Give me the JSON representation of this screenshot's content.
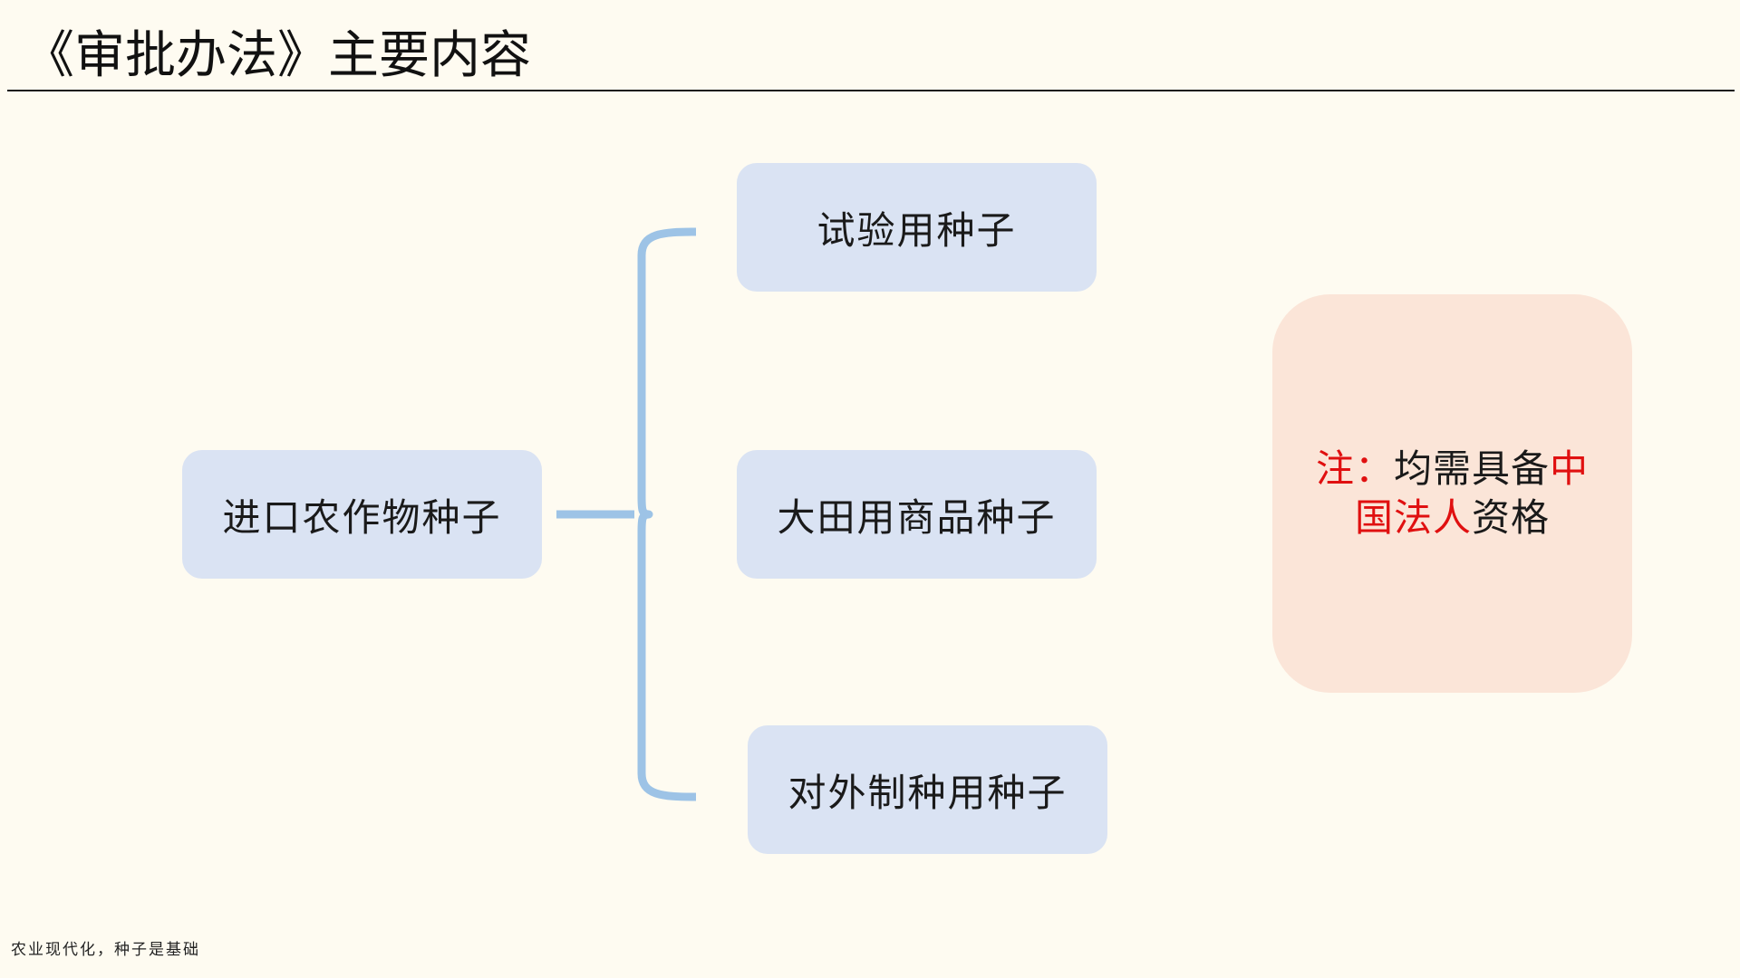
{
  "title": "《审批办法》主要内容",
  "diagram": {
    "root": "进口农作物种子",
    "branches": [
      "试验用种子",
      "大田用商品种子",
      "对外制种用种子"
    ],
    "connector_color": "#9dc3e6"
  },
  "note": {
    "prefix": "注：",
    "text_1": "均需具备",
    "highlight_1": "中",
    "highlight_2": "国法人",
    "text_2": "资格",
    "highlight_color": "#e01010"
  },
  "footer": "农业现代化，种子是基础",
  "colors": {
    "background": "#fefbf1",
    "box_fill": "#dae3f3",
    "note_fill": "#fbe5d8"
  }
}
